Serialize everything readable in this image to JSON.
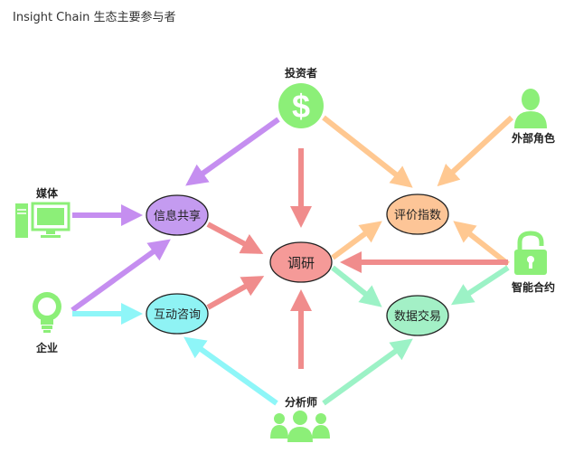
{
  "title": "Insight Chain 生态主要参与者",
  "colors": {
    "purple": "#c58ef0",
    "orange": "#ffc891",
    "red": "#f08c8c",
    "cyan": "#8ef6f8",
    "green": "#9cf2c6",
    "icon_green": "#8cef78"
  },
  "actors": {
    "investor": {
      "label": "投资者",
      "icon": "dollar-coin-icon"
    },
    "external": {
      "label": "外部角色",
      "icon": "person-icon"
    },
    "media": {
      "label": "媒体",
      "icon": "computer-icon"
    },
    "enterprise": {
      "label": "企业",
      "icon": "lightbulb-icon"
    },
    "smart_contract": {
      "label": "智能合约",
      "icon": "padlock-icon"
    },
    "analyst": {
      "label": "分析师",
      "icon": "group-icon"
    }
  },
  "nodes": {
    "info_share": {
      "label": "信息共享",
      "color": "#c49bf0"
    },
    "consult": {
      "label": "互动咨询",
      "color": "#8ff3f4"
    },
    "research": {
      "label": "调研",
      "color": "#f59a98"
    },
    "rating": {
      "label": "评价指数",
      "color": "#fdc597"
    },
    "trade": {
      "label": "数据交易",
      "color": "#a3f0c6"
    }
  }
}
